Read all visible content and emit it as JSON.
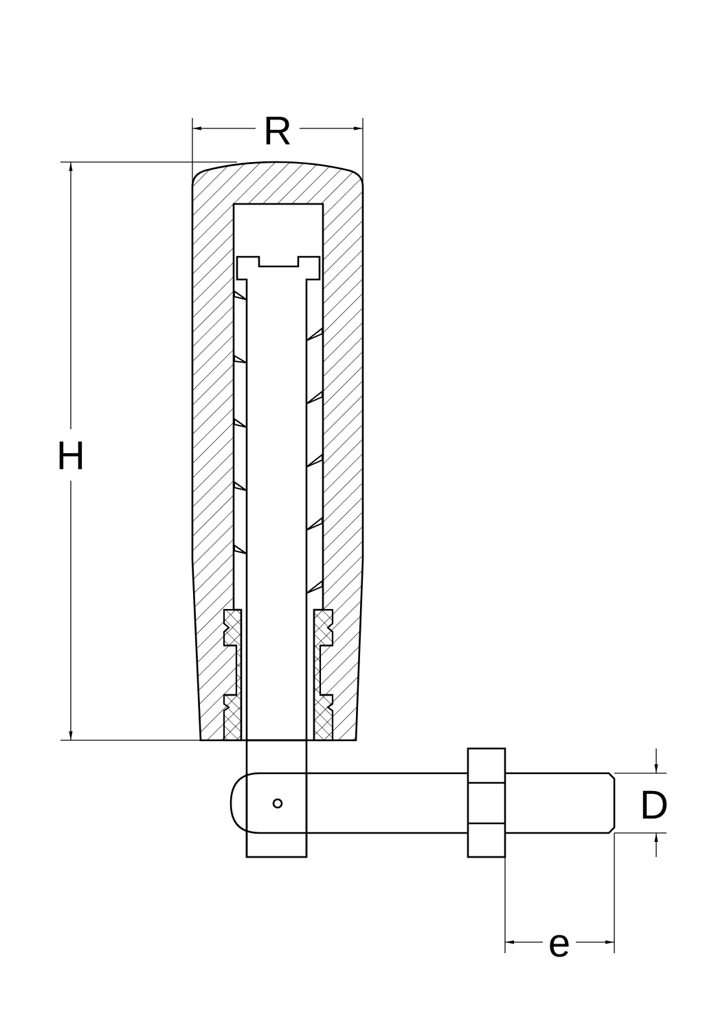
{
  "diagram": {
    "dimensions": {
      "R": "R",
      "H": "H",
      "D": "D",
      "e": "e"
    },
    "colors": {
      "line": "#000000",
      "background": "#ffffff"
    }
  }
}
